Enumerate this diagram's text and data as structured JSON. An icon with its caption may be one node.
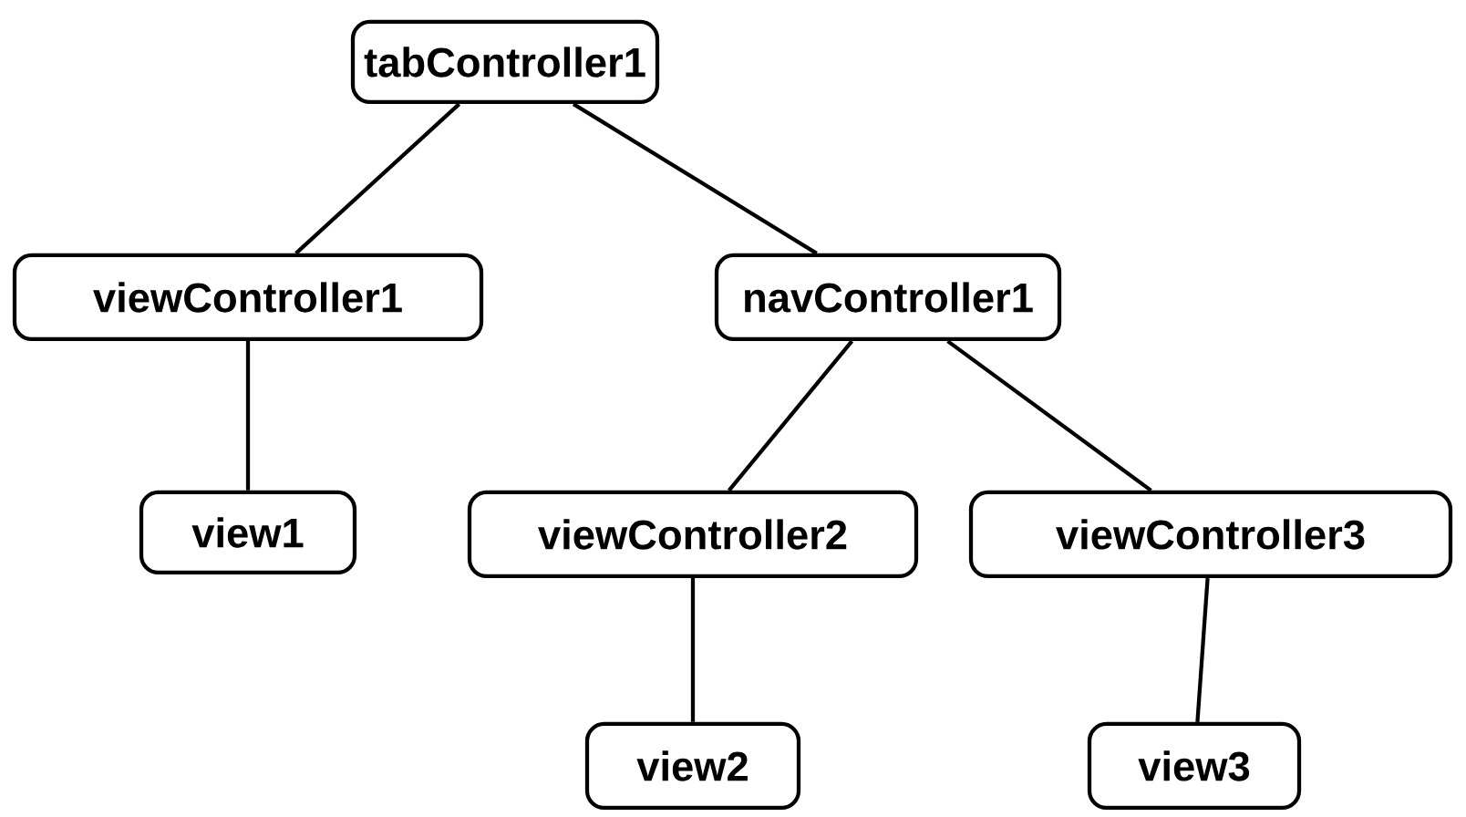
{
  "diagram": {
    "nodes": [
      {
        "text": [
          "tabController1"
        ]
      },
      {
        "text": [
          "viewController1"
        ]
      },
      {
        "text": [
          "navController1"
        ]
      },
      {
        "text": [
          "view1"
        ]
      },
      {
        "text": [
          "viewController2"
        ]
      },
      {
        "text": [
          "viewController3"
        ]
      },
      {
        "text": [
          "view2"
        ]
      },
      {
        "text": [
          "view3"
        ]
      }
    ],
    "edges": [
      {
        "from": 0,
        "to": 1,
        "arrow": "none"
      },
      {
        "from": 0,
        "to": 2,
        "arrow": "none"
      },
      {
        "from": 1,
        "to": 3,
        "arrow": "none"
      },
      {
        "from": 2,
        "to": 4,
        "arrow": "none"
      },
      {
        "from": 2,
        "to": 5,
        "arrow": "none"
      },
      {
        "from": 4,
        "to": 6,
        "arrow": "none"
      },
      {
        "from": 5,
        "to": 7,
        "arrow": "none"
      }
    ]
  }
}
